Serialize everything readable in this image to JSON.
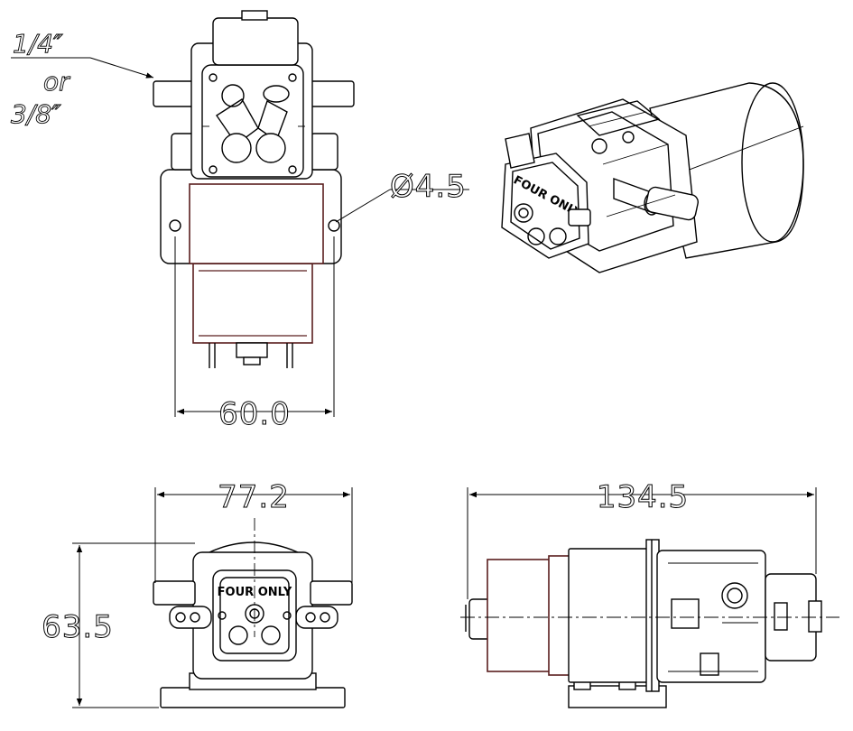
{
  "dimensions": {
    "port_size_line1": "1/4″",
    "port_size_line2": "or",
    "port_size_line3": "3/8″",
    "hole_diameter": "Ø4.5",
    "mount_width": "60.0",
    "body_width": "77.2",
    "height": "63.5",
    "length": "134.5"
  },
  "labels": {
    "front_stamp": "FOUR ONLY"
  }
}
